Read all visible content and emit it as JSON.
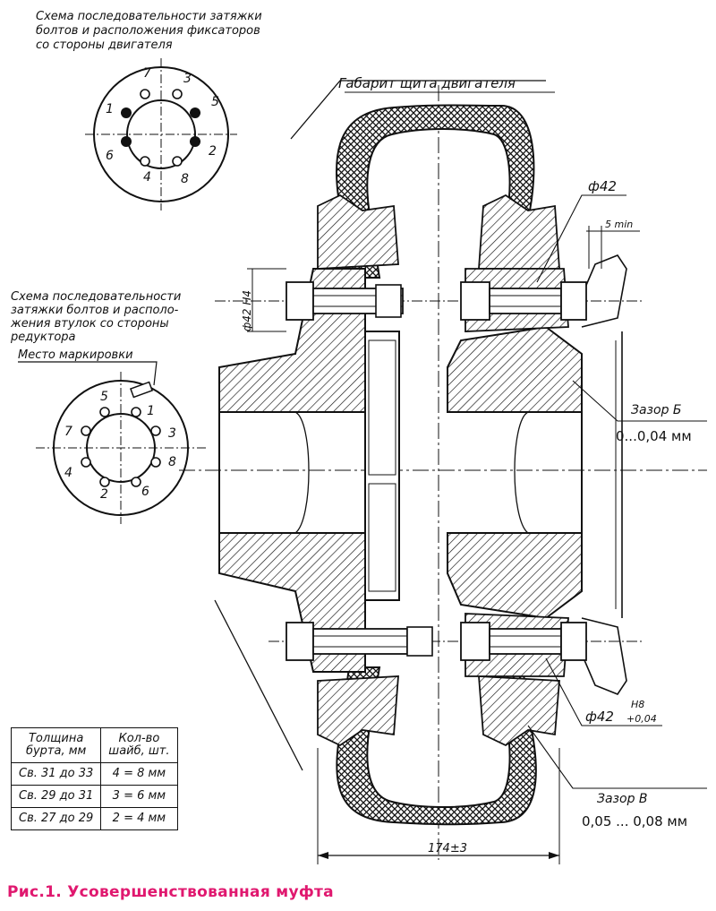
{
  "labels": {
    "scheme_engine": [
      "Схема последовательности затяжки",
      "болтов и расположения фиксаторов",
      "со стороны двигателя"
    ],
    "scheme_reducer": [
      "Схема последовательности",
      "затяжки болтов и располо-",
      "жения втулок со стороны",
      "редуктора"
    ],
    "marking_place": "Место маркировки",
    "shield_gabarit": "Габарит щита двигателя",
    "d42_top": "ф42",
    "min5": "5 min",
    "d42_h": "ф42 Н4",
    "gap_b_title": "Зазор Б",
    "gap_b_value": "0...0,04 мм",
    "d42_bottom": "ф42",
    "fit_top": "Н8",
    "fit_bottom": "+0,04",
    "gap_v_title": "Зазор В",
    "gap_v_value": "0,05 ... 0,08 мм",
    "width_dim": "174±3"
  },
  "circle_top_numbers": [
    "7",
    "3",
    "1",
    "5",
    "6",
    "2",
    "4",
    "8"
  ],
  "circle_bottom_numbers": [
    "5",
    "1",
    "7",
    "3",
    "4",
    "8",
    "2",
    "6"
  ],
  "table": {
    "headers": [
      "Толщина\nбурта, мм",
      "Кол-во\nшайб, шт."
    ],
    "rows": [
      [
        "Св. 31 до 33",
        "4 = 8 мм"
      ],
      [
        "Св. 29 до 31",
        "3 = 6 мм"
      ],
      [
        "Св. 27 до 29",
        "2 = 4 мм"
      ]
    ]
  },
  "caption": "Рис.1. Усовершенствованная муфта"
}
